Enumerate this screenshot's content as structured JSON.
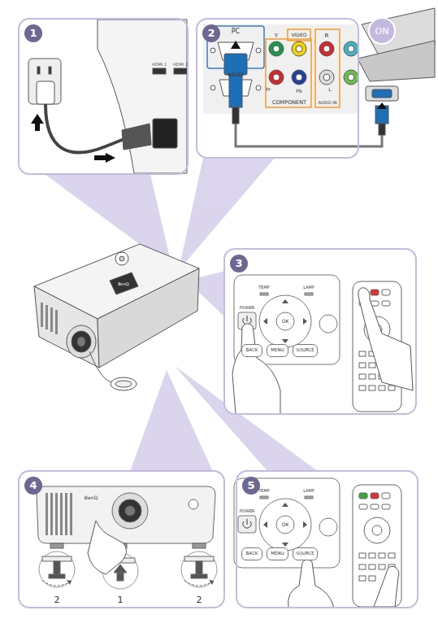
{
  "diagram": {
    "nodes": [
      {
        "text": [
          "1"
        ]
      },
      {
        "text": [
          "2"
        ]
      },
      {
        "text": [
          "ON"
        ],
        "in": 1
      },
      {
        "text": [
          "3"
        ]
      },
      {
        "text": [
          "BACK"
        ],
        "in": 3
      },
      {
        "text": [
          "MENU"
        ],
        "in": 3
      },
      {
        "text": [
          "SOURCE"
        ],
        "in": 3
      },
      {
        "text": [
          "4"
        ]
      },
      {
        "text": [
          "5"
        ]
      },
      {
        "text": [
          "BACK"
        ],
        "in": 8
      },
      {
        "text": [
          "MENU"
        ],
        "in": 8
      },
      {
        "text": [
          "SOURCE"
        ],
        "in": 8
      }
    ],
    "labels": [
      "HDMI 1",
      "HDMI 2",
      "PC",
      "Y",
      "VIDEO",
      "R",
      "RS232",
      "Pr",
      "Pb",
      "L",
      "COMPONENT",
      "AUDIO IN",
      "TEMP",
      "LAMP",
      "POWER",
      "OK",
      "BenQ",
      "BenQ",
      "2",
      "1",
      "2",
      "TEMP",
      "LAMP",
      "POWER",
      "OK"
    ]
  }
}
